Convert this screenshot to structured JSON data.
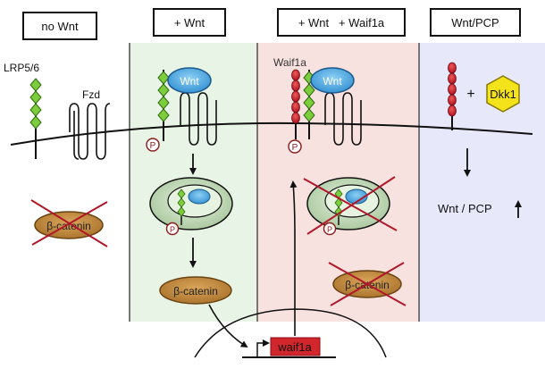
{
  "headers": {
    "no_wnt": "no Wnt",
    "wnt": "+ Wnt",
    "wnt_waif1a": "+ Wnt   + Waif1a",
    "wnt_pcp": "Wnt/PCP"
  },
  "labels": {
    "lrp": "LRP5/6",
    "fzd": "Fzd",
    "wnt_ligand": "Wnt",
    "wnt_ligand_2": "Wnt",
    "waif1a": "Waif1a",
    "phospho": "P",
    "beta_catenin": "β-catenin",
    "dkk1": "Dkk1",
    "plus": "+",
    "wnt_pcp_result": "Wnt / PCP",
    "waif1a_gene": "waif1a"
  },
  "colors": {
    "green_panel": "#e8f4e6",
    "pink_panel": "#f8e2e0",
    "blue_panel": "#e7e8fa",
    "lrp_diamond": "#7dcc3c",
    "wnt_blue": "#5ab0e8",
    "waif_red": "#c8102e",
    "catenin_brown": "#c68a3c",
    "dkk_yellow": "#f4e21a",
    "cross_red": "#b0182a",
    "gene_red": "#d1262c"
  }
}
